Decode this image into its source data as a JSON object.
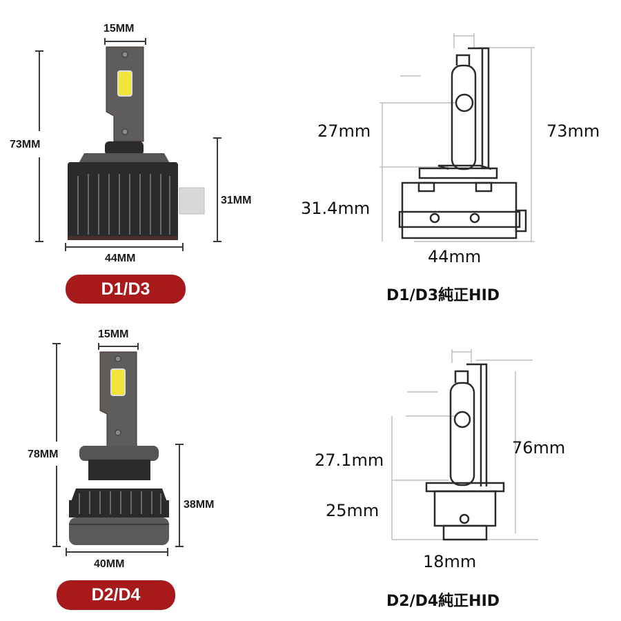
{
  "panels": [
    {
      "id": "d1d3-led",
      "type": "led-bulb-dimensions",
      "width_top": "15MM",
      "height_total": "73MM",
      "height_base": "31MM",
      "width_base": "44MM",
      "badge": "D1/D3",
      "badge_color": "#a8191c"
    },
    {
      "id": "d1d3-hid",
      "type": "hid-bulb-dimensions",
      "upper_height": "27mm",
      "total_height": "73mm",
      "base_height": "31.4mm",
      "base_width": "44mm",
      "caption": "D1/D3純正HID"
    },
    {
      "id": "d2d4-led",
      "type": "led-bulb-dimensions",
      "width_top": "15MM",
      "height_total": "78MM",
      "height_base": "38MM",
      "width_base": "40MM",
      "badge": "D2/D4",
      "badge_color": "#a8191c"
    },
    {
      "id": "d2d4-hid",
      "type": "hid-bulb-dimensions",
      "upper_height": "27.1mm",
      "total_height": "76mm",
      "base_height": "25mm",
      "base_width": "18mm",
      "caption": "D2/D4純正HID"
    }
  ],
  "colors": {
    "badge_red": "#a8191c",
    "led_body_dark": "#2b2b2d",
    "led_arm_gray": "#5e5d5c",
    "led_chip_yellow": "#f3e43a",
    "dimension_line": "#3a3a3a",
    "hid_line": "#2a2a2a",
    "hid_dim_line": "#bdbdbd"
  }
}
